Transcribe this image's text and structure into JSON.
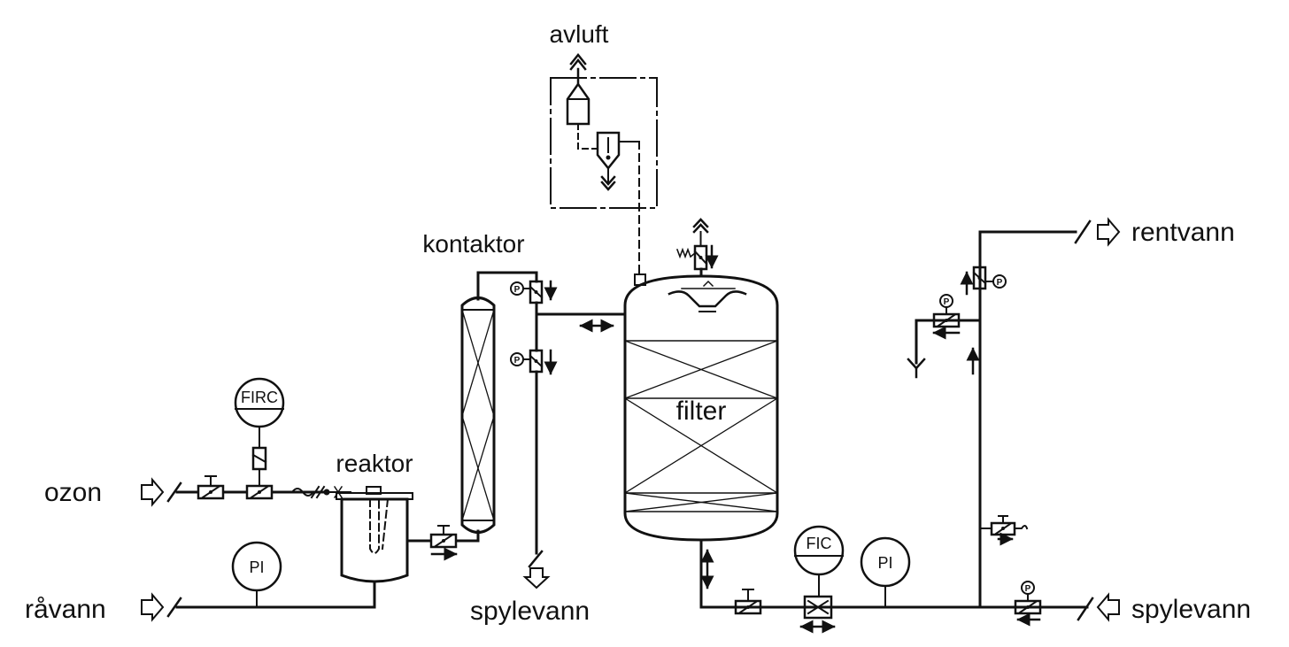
{
  "labels": {
    "avluft": "avluft",
    "kontaktor": "kontaktor",
    "filter": "filter",
    "reaktor": "reaktor",
    "ozon": "ozon",
    "ravann": "råvann",
    "spylevann_bottom": "spylevann",
    "spylevann_right": "spylevann",
    "rentvann": "rentvann"
  },
  "instruments": {
    "firc": "FIRC",
    "fic": "FIC",
    "pi_left": "PI",
    "pi_right": "PI",
    "p": "P"
  },
  "colors": {
    "line": "#111111",
    "background": "#ffffff"
  }
}
